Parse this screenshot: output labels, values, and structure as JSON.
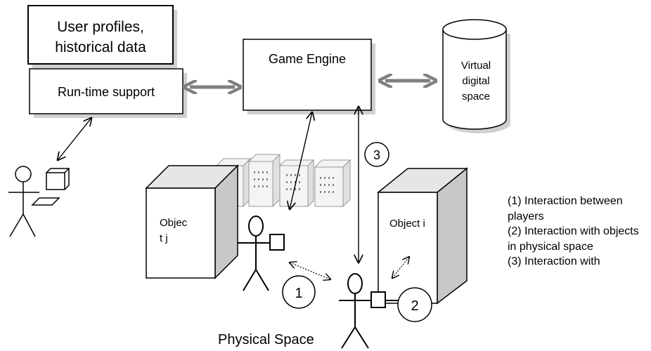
{
  "boxes": {
    "user_profiles": [
      "User profiles,",
      "historical data"
    ],
    "runtime_support": "Run-time support",
    "game_engine": "Game Engine",
    "virtual_space": [
      "Virtual",
      "digital",
      "space"
    ],
    "object_j": [
      "Objec",
      "t j"
    ],
    "object_i": "Object i"
  },
  "circles": {
    "c1": "1",
    "c2": "2",
    "c3": "3"
  },
  "physical_space": "Physical Space",
  "legend": [
    "(1) Interaction between players",
    "(2) Interaction with objects in physical space",
    "(3) Interaction with"
  ]
}
